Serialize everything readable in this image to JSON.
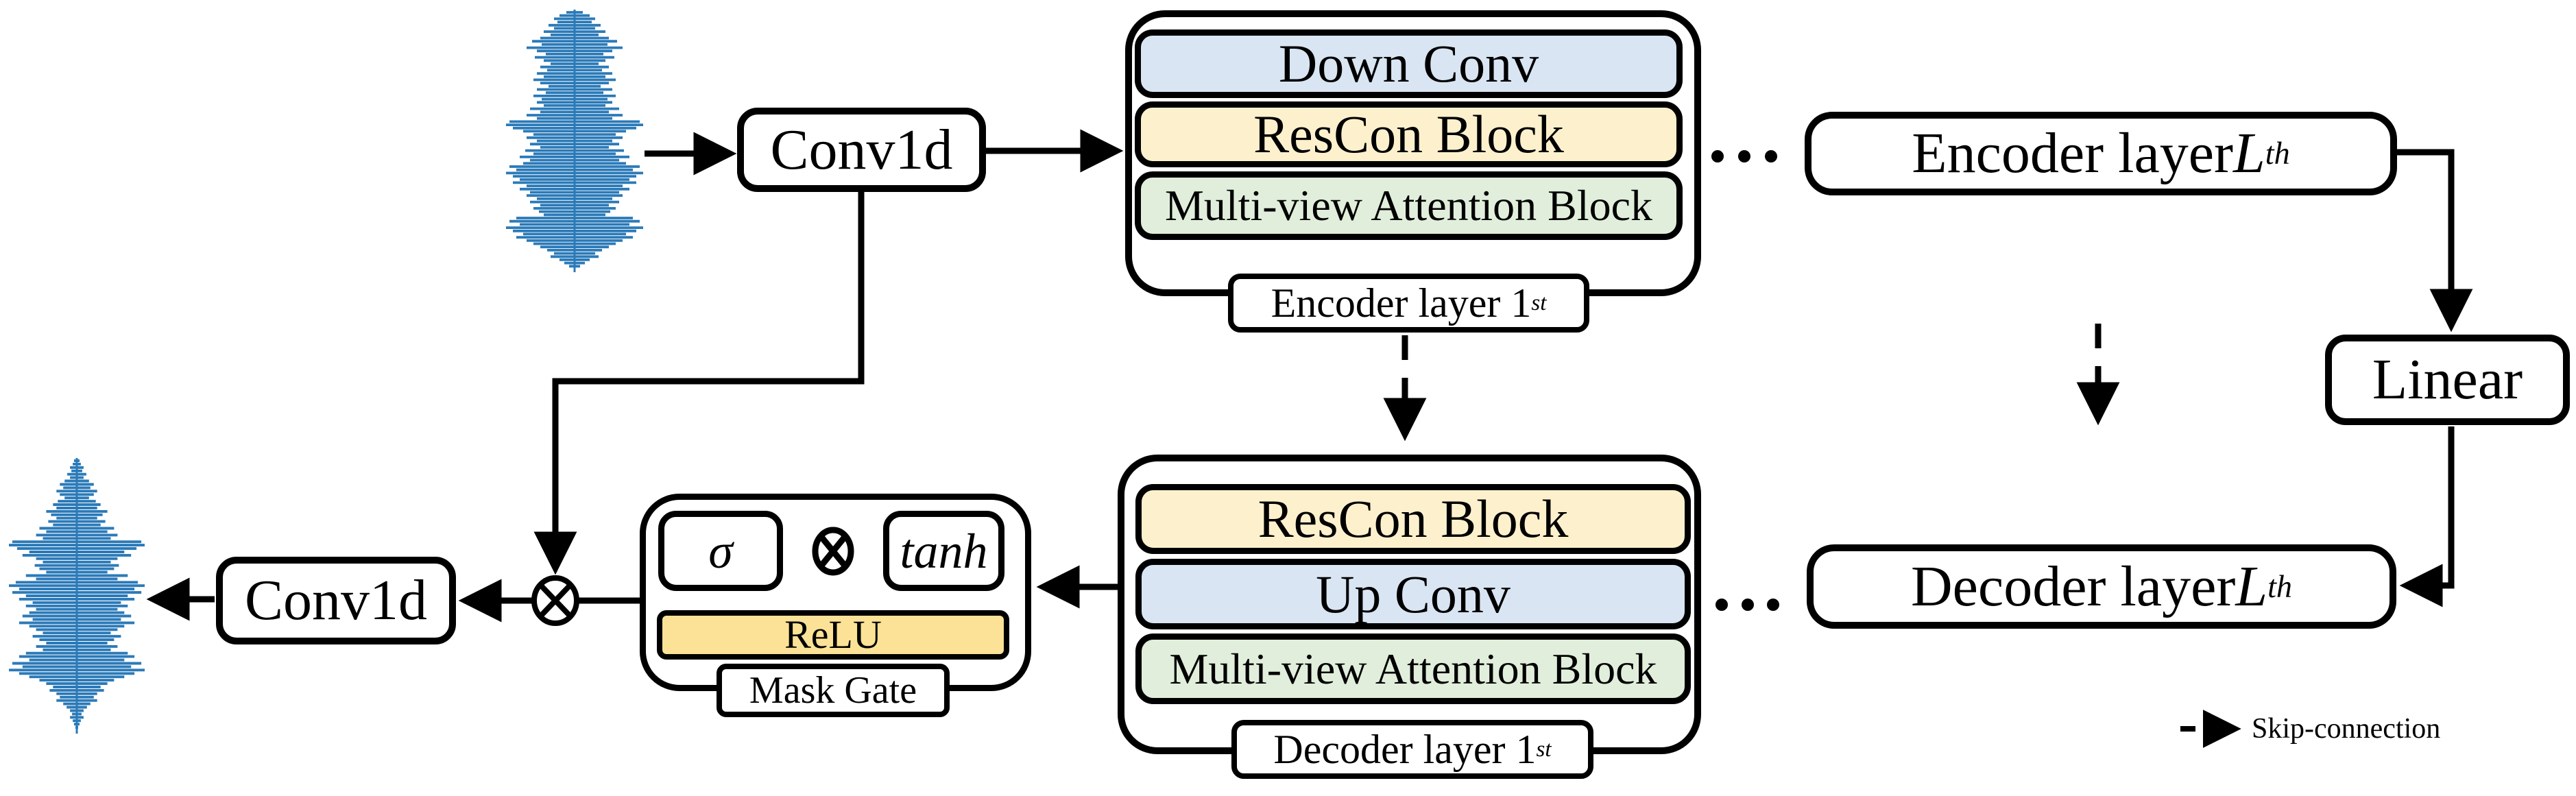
{
  "colors": {
    "block_blue": "#d9e5f2",
    "block_yellow": "#fdf1cd",
    "block_green": "#e1eedb",
    "relu_yellow": "#fbe296",
    "line_black": "#000000",
    "waveform_blue": "#2b7ab8",
    "background": "#ffffff"
  },
  "nodes": {
    "input_conv": "Conv1d",
    "output_conv": "Conv1d",
    "encoder": {
      "down_conv": "Down Conv",
      "rescon": "ResCon Block",
      "mva": "Multi-view Attention Block",
      "label_text": "Encoder layer 1",
      "label_sup": "st"
    },
    "encoder_L": {
      "pre": "Encoder layer ",
      "var": "L",
      "sup": "th"
    },
    "linear": "Linear",
    "decoder_L": {
      "pre": "Decoder layer ",
      "var": "L",
      "sup": "th"
    },
    "decoder": {
      "rescon": "ResCon Block",
      "up_conv": "Up Conv",
      "mva": "Multi-view Attention Block",
      "label_text": "Decoder layer 1",
      "label_sup": "st"
    },
    "mask_gate": {
      "sigma": "σ",
      "tanh": "tanh",
      "relu": "ReLU",
      "label": "Mask Gate"
    },
    "ellipsis": "···"
  },
  "legend": {
    "skip_connection": "Skip-connection"
  },
  "waveforms": {
    "input": {
      "amplitudes": [
        0.12,
        0.22,
        0.3,
        0.25,
        0.38,
        0.3,
        0.45,
        0.35,
        0.5,
        0.62,
        0.48,
        0.7,
        0.55,
        0.42,
        0.58,
        0.45,
        0.35,
        0.5,
        0.4,
        0.55,
        0.45,
        0.6,
        0.5,
        0.38,
        0.55,
        0.42,
        0.6,
        0.48,
        0.55,
        0.45,
        0.65,
        0.5,
        0.7,
        0.55,
        0.95,
        1.0,
        0.9,
        0.75,
        0.6,
        0.7,
        0.55,
        0.65,
        0.5,
        0.72,
        0.6,
        0.8,
        0.65,
        0.75,
        0.95,
        0.85,
        1.0,
        0.9,
        0.8,
        0.9,
        0.7,
        0.8,
        0.65,
        0.7,
        0.55,
        0.65,
        0.5,
        0.6,
        0.52,
        0.45,
        0.85,
        0.95,
        0.8,
        1.0,
        0.9,
        0.75,
        0.85,
        0.7,
        0.6,
        0.5,
        0.4,
        0.3,
        0.35,
        0.22,
        0.15,
        0.08
      ]
    },
    "output": {
      "amplitudes": [
        0.04,
        0.06,
        0.1,
        0.08,
        0.14,
        0.1,
        0.18,
        0.25,
        0.2,
        0.3,
        0.25,
        0.18,
        0.28,
        0.35,
        0.3,
        0.45,
        0.38,
        0.3,
        0.42,
        0.35,
        0.55,
        0.45,
        0.6,
        0.5,
        0.95,
        1.0,
        0.88,
        0.7,
        0.8,
        0.6,
        0.5,
        0.62,
        0.55,
        0.45,
        0.75,
        0.6,
        0.9,
        1.0,
        0.85,
        0.95,
        0.75,
        0.85,
        0.65,
        0.75,
        0.6,
        0.7,
        0.8,
        0.65,
        0.85,
        0.7,
        0.6,
        0.5,
        0.65,
        0.55,
        0.45,
        0.6,
        0.5,
        0.75,
        0.85,
        0.7,
        0.95,
        0.8,
        1.0,
        0.85,
        0.7,
        0.55,
        0.45,
        0.35,
        0.4,
        0.3,
        0.25,
        0.3,
        0.2,
        0.15,
        0.1,
        0.07,
        0.1,
        0.06,
        0.04,
        0.02
      ]
    }
  }
}
